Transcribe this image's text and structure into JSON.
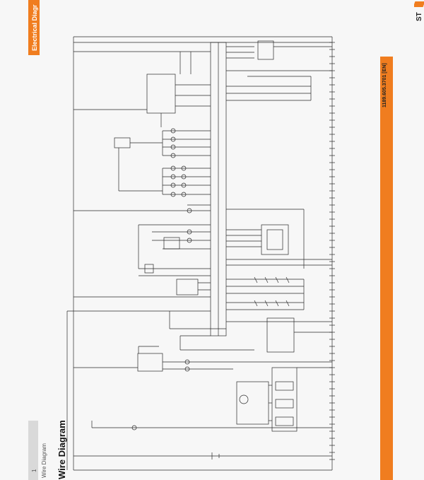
{
  "header": {
    "section_title": "Electrical Diagr",
    "brand_text": "ST"
  },
  "right_margin": {
    "doc_number": "1189.605.3701 [EN]"
  },
  "footer": {
    "left_tab": "Wire Diagram",
    "title": "Wire Diagram",
    "page_marker": "1"
  },
  "colors": {
    "accent": "#f07d1f",
    "line": "#2a2a2a",
    "paper": "#ffffff"
  }
}
